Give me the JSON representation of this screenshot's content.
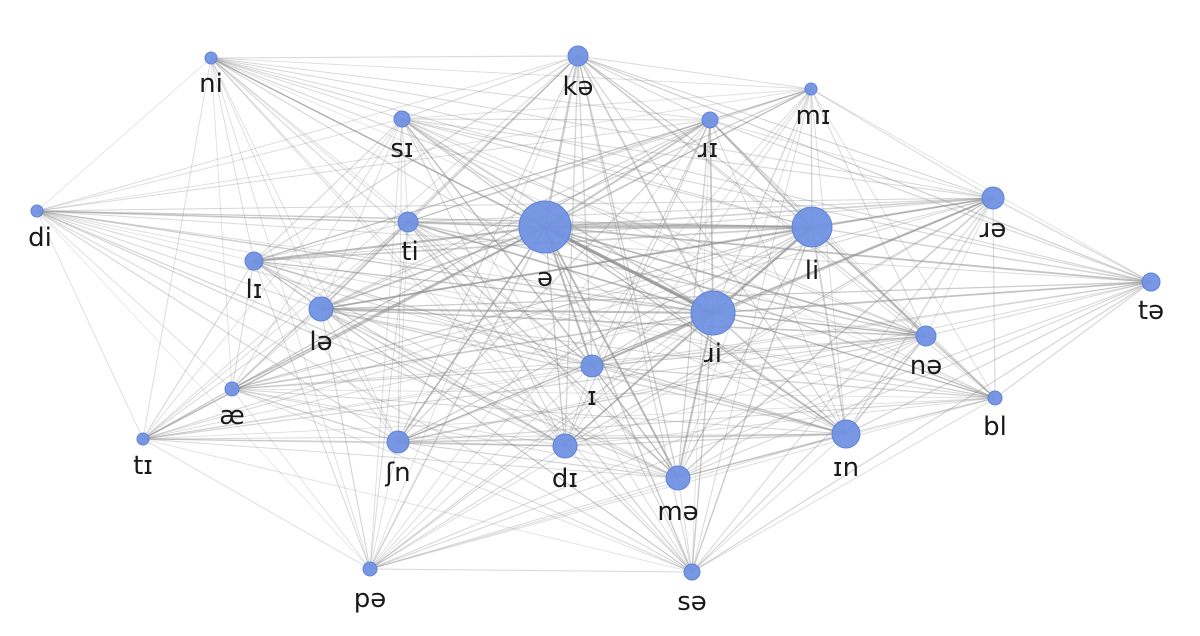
{
  "diagram": {
    "type": "network",
    "node_color": "#7192e3",
    "edge_color": "#8c8c8c",
    "nodes": [
      {
        "id": "ni",
        "label": "ni",
        "weight": 1
      },
      {
        "id": "ka",
        "label": "kə",
        "weight": 2
      },
      {
        "id": "mi",
        "label": "mɪ",
        "weight": 1
      },
      {
        "id": "si",
        "label": "sɪ",
        "weight": 1.5
      },
      {
        "id": "ri",
        "label": "ɹɪ",
        "weight": 1.5
      },
      {
        "id": "di",
        "label": "di",
        "weight": 1
      },
      {
        "id": "ti",
        "label": "ti",
        "weight": 2
      },
      {
        "id": "schwa",
        "label": "ə",
        "weight": 7
      },
      {
        "id": "li2",
        "label": "li",
        "weight": 5
      },
      {
        "id": "ra",
        "label": "ɹə",
        "weight": 2
      },
      {
        "id": "ta",
        "label": "tə",
        "weight": 1.5
      },
      {
        "id": "li",
        "label": "lɪ",
        "weight": 1.8
      },
      {
        "id": "la",
        "label": "lə",
        "weight": 2.8
      },
      {
        "id": "rii",
        "label": "ɹi",
        "weight": 6
      },
      {
        "id": "na",
        "label": "nə",
        "weight": 2
      },
      {
        "id": "i",
        "label": "ɪ",
        "weight": 2
      },
      {
        "id": "ae",
        "label": "æ",
        "weight": 1.4
      },
      {
        "id": "bl",
        "label": "bl",
        "weight": 1.4
      },
      {
        "id": "ti2",
        "label": "tɪ",
        "weight": 1
      },
      {
        "id": "shn",
        "label": "ʃn",
        "weight": 2.2
      },
      {
        "id": "dii",
        "label": "dɪ",
        "weight": 2.4
      },
      {
        "id": "in",
        "label": "ɪn",
        "weight": 3
      },
      {
        "id": "ma",
        "label": "mə",
        "weight": 2.2
      },
      {
        "id": "pa",
        "label": "pə",
        "weight": 1
      },
      {
        "id": "sa",
        "label": "sə",
        "weight": 1.4
      }
    ]
  }
}
